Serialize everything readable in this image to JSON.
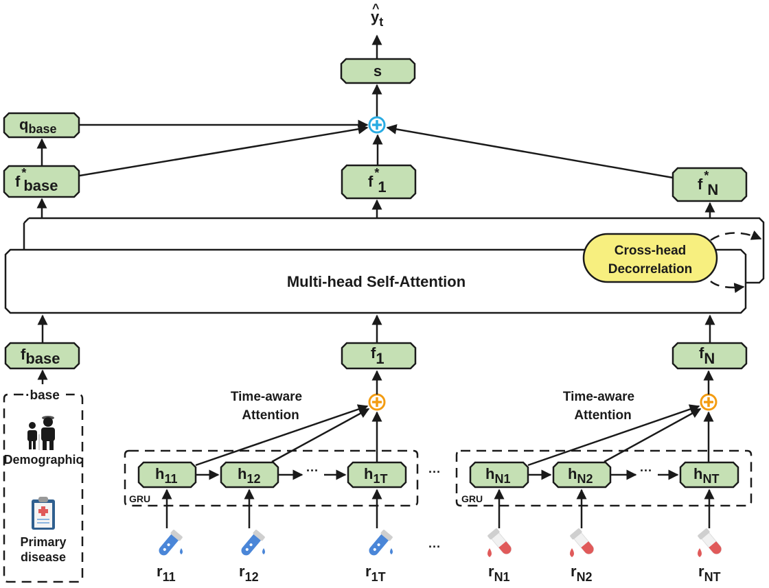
{
  "output": {
    "label": "y",
    "hat": "^",
    "sub": "t"
  },
  "nodes": {
    "s": {
      "label": "s"
    },
    "q_base": {
      "label": "q",
      "sub": "base"
    },
    "f_star_base": {
      "label": "f",
      "sup": "*",
      "sub": "base"
    },
    "f_star_1": {
      "label": "f",
      "sup": "*",
      "sub": "1"
    },
    "f_star_N": {
      "label": "f",
      "sup": "*",
      "sub": "N"
    },
    "f_base": {
      "label": "f",
      "sub": "base"
    },
    "f_1": {
      "label": "f",
      "sub": "1"
    },
    "f_N": {
      "label": "f",
      "sub": "N"
    }
  },
  "mhsa": {
    "label": "Multi-head Self-Attention"
  },
  "decorrelation": {
    "line1": "Cross-head",
    "line2": "Decorrelation"
  },
  "base_group": {
    "title": "·base",
    "demographic": "Demographic",
    "primary_line1": "Primary",
    "primary_line2": "disease"
  },
  "attention": {
    "line1": "Time-aware",
    "line2": "Attention"
  },
  "gru_label": "GRU",
  "ellipsis": "···",
  "hidden_group_1": [
    {
      "label": "h",
      "sub": "11"
    },
    {
      "label": "h",
      "sub": "12"
    },
    {
      "label": "h",
      "sub": "1T"
    }
  ],
  "hidden_group_N": [
    {
      "label": "h",
      "sub": "N1"
    },
    {
      "label": "h",
      "sub": "N2"
    },
    {
      "label": "h",
      "sub": "NT"
    }
  ],
  "inputs_1": [
    {
      "label": "r",
      "sub": "11"
    },
    {
      "label": "r",
      "sub": "12"
    },
    {
      "label": "r",
      "sub": "1T"
    }
  ],
  "inputs_N": [
    {
      "label": "r",
      "sub": "N1"
    },
    {
      "label": "r",
      "sub": "N2"
    },
    {
      "label": "r",
      "sub": "NT"
    }
  ],
  "colors": {
    "node_fill": "#c5e0b4",
    "sum_top": "#29abe2",
    "sum_attention": "#f39c12",
    "decorrelation_fill": "#f7ef7f",
    "tube_blue": "#4a86d8",
    "tube_red": "#e05a5a"
  }
}
